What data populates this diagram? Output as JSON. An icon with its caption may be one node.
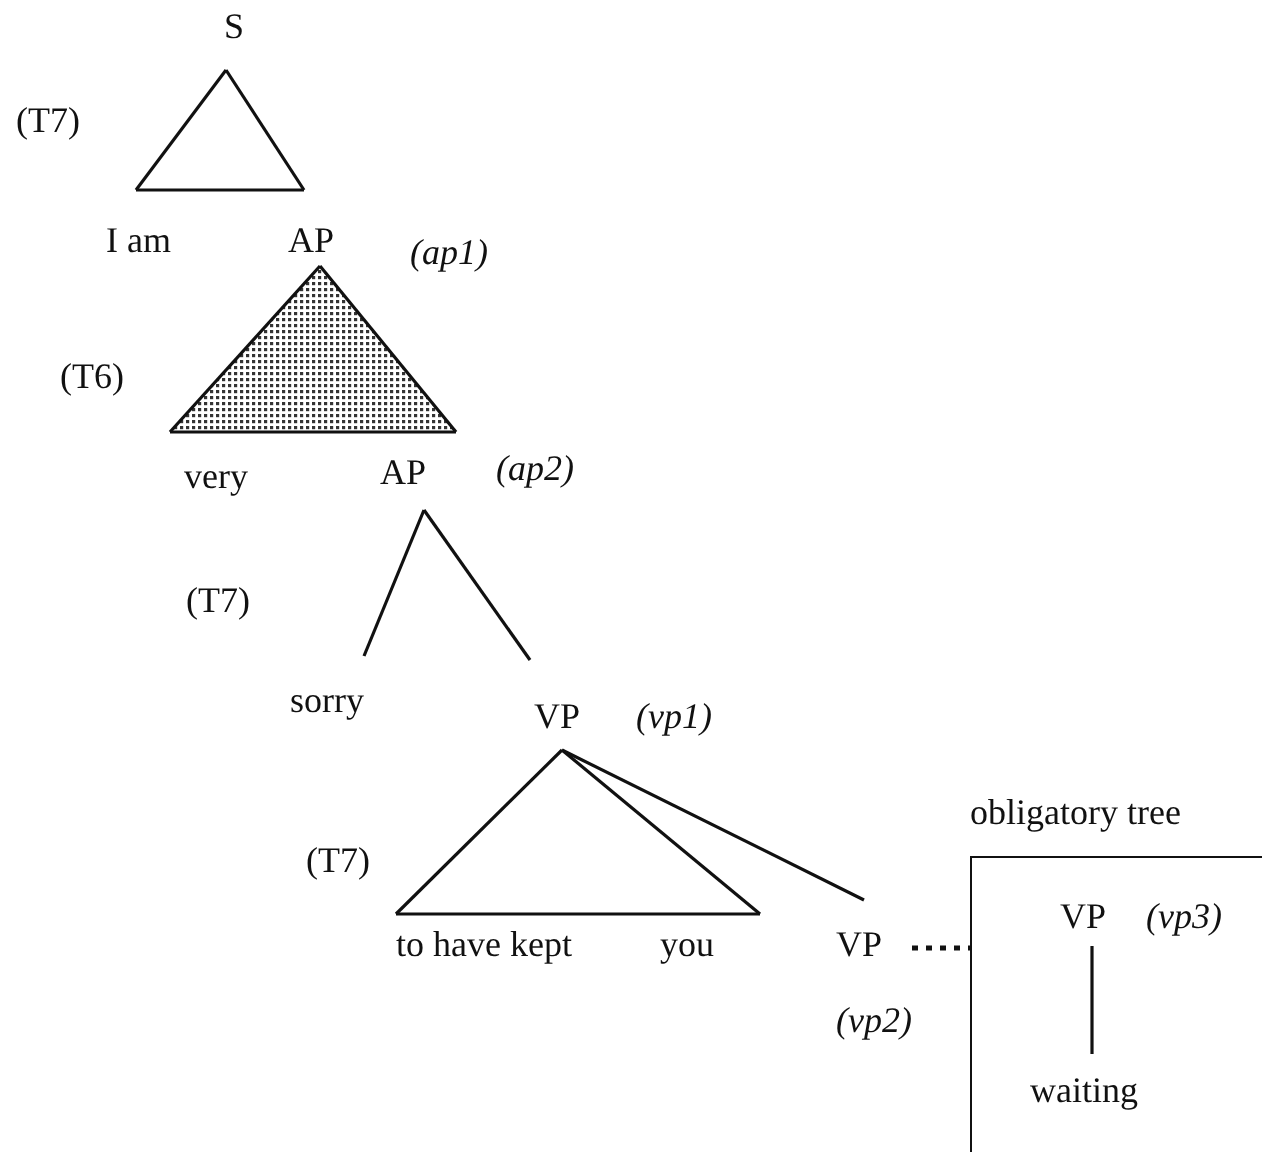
{
  "diagram": {
    "nodes": [
      {
        "text": [
          "S"
        ]
      },
      {
        "text": [
          "I am"
        ]
      },
      {
        "text": [
          "AP"
        ],
        "beside": [
          "(ap1)"
        ]
      },
      {
        "text": [
          "very"
        ]
      },
      {
        "text": [
          "AP"
        ],
        "beside": [
          "(ap2)"
        ]
      },
      {
        "text": [
          "sorry"
        ]
      },
      {
        "text": [
          "VP"
        ],
        "beside": [
          "(vp1)"
        ]
      },
      {
        "text": [
          "to have kept"
        ]
      },
      {
        "text": [
          "you"
        ]
      },
      {
        "text": [
          "VP"
        ],
        "beside": [
          "(vp2)"
        ]
      },
      {
        "text": [
          "obligatory tree"
        ]
      },
      {
        "text": [
          "VP"
        ],
        "beside": [
          "(vp3)"
        ],
        "in": 10
      },
      {
        "text": [
          "waiting"
        ],
        "in": 10
      }
    ],
    "edges": [
      {
        "from": 0,
        "to": 1,
        "arrow": "none"
      },
      {
        "from": 0,
        "to": 2,
        "arrow": "none"
      },
      {
        "from": 2,
        "to": 3,
        "arrow": "none"
      },
      {
        "from": 2,
        "to": 4,
        "arrow": "none"
      },
      {
        "from": 4,
        "to": 5,
        "arrow": "none"
      },
      {
        "from": 4,
        "to": 6,
        "arrow": "none"
      },
      {
        "from": 6,
        "to": 7,
        "arrow": "none"
      },
      {
        "from": 6,
        "to": 8,
        "arrow": "none"
      },
      {
        "from": 6,
        "to": 9,
        "arrow": "none"
      },
      {
        "from": 9,
        "to": 10,
        "arrow": "none",
        "style": "dashed"
      },
      {
        "from": 11,
        "to": 12,
        "arrow": "none"
      }
    ],
    "labels": [
      "(T7)",
      "(T6)",
      "(T7)",
      "(T7)"
    ]
  }
}
